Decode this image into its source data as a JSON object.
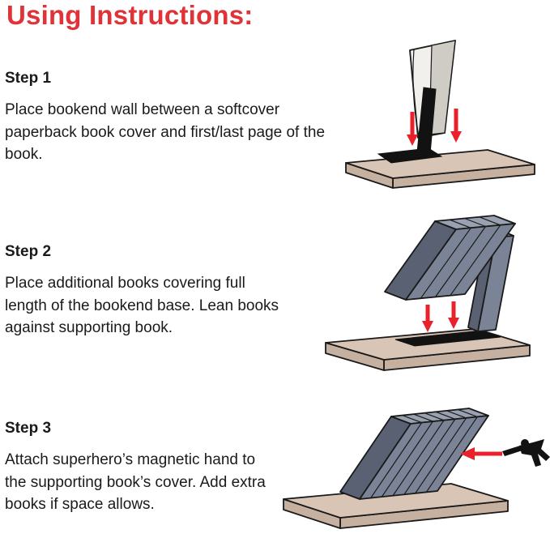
{
  "page": {
    "title": "Using Instructions:"
  },
  "colors": {
    "title_red": "#e03338",
    "arrow_red": "#e8212b",
    "shelf_tan": "#d8c5b6",
    "shelf_tan_dark": "#c6b0a0",
    "book_slate": "#7b8496",
    "book_slate_light": "#9aa2b2",
    "book_slate_dark": "#5a6172"
  },
  "steps": [
    {
      "heading": "Step 1",
      "body": "Place bookend wall between a softcover paperback book cover and first/last page of the book.",
      "illustration": "softcover-book-with-bookend-wall-and-down-arrows-on-shelf"
    },
    {
      "heading": "Step 2",
      "body": "Place additional books covering full length of the bookend base. Lean books against supporting book.",
      "illustration": "leaning-books-lowered-onto-bookend-base-with-down-arrows"
    },
    {
      "heading": "Step 3",
      "body": "Attach superhero’s magnetic hand to the supporting book’s cover. Add extra books if space allows.",
      "illustration": "superhero-silhouette-flying-toward-supporting-book-with-left-arrow"
    }
  ]
}
